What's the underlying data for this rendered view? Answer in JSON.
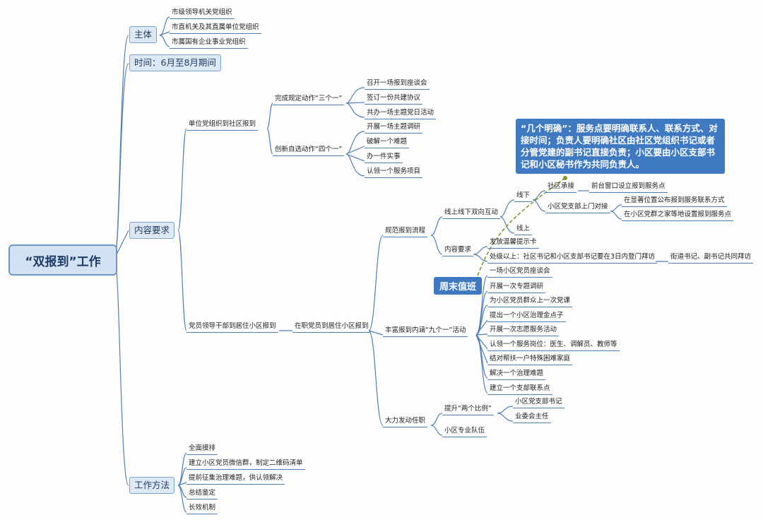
{
  "root": "“双报到”工作",
  "l1": {
    "subject": "主体",
    "time": "时间：6月至8月期间",
    "content": "内容要求",
    "method": "工作方法"
  },
  "subject_items": [
    "市级领导机关党组织",
    "市直机关及其直属单位党组织",
    "市属国有企业事业党组织"
  ],
  "unit_report": "单位党组织到社区报到",
  "required": "完成规定动作“三个一”",
  "required_items": [
    "召开一场报到座谈会",
    "签订一份共建协议",
    "共办一场主题党日活动"
  ],
  "optional": "创新自选动作“四个一”",
  "optional_items": [
    "开展一场主题调研",
    "破解一个难题",
    "办一件实事",
    "认领一个服务项目"
  ],
  "member_report": "党员领导干部到居住小区报到",
  "active_report": "在职党员到居住小区报到",
  "flow": "规范报到流程",
  "interact": "线上线下双向互动",
  "offline": "线下",
  "online": "线上",
  "community": "社区承接",
  "community_detail": "前台窗口设立报到服务点",
  "branch_visit": "小区党支部上门对接",
  "branch_items": [
    "在显著位置公布报到服务联系方式",
    "在小区党群之家等地设置报到服务点"
  ],
  "req": "内容要求",
  "req_items": [
    "发放温馨提示卡",
    "处级以上：社区书记和小区支部书记要在3日内登门拜访"
  ],
  "visit": "街道书记、副书记共同拜访",
  "nine": "丰富报到内涵“九个一”活动",
  "nine_items": [
    "一场小区党员座谈会",
    "开展一次专题调研",
    "为小区党员群众上一次党课",
    "提出一个小区治理金点子",
    "开展一次志愿服务活动",
    "认领一个服务岗位：医生、调解员、教师等",
    "结对帮扶一户特殊困难家庭",
    "解决一个治理难题",
    "建立一个支部联系点"
  ],
  "mobilize": "大力发动任职",
  "ratio": "提升“两个比例”",
  "ratio_items": [
    "小区党支部书记",
    "业委会主任"
  ],
  "team": "小区专业队伍",
  "method_items": [
    "全面摸排",
    "建立小区党员微信群，制定二维码清单",
    "提前征集治理难题，供认领解决",
    "总结鉴定",
    "长效机制"
  ],
  "callout": "“几个明确”：服务点要明确联系人、联系方式、对接时间；负责人要明确社区由社区党组织书记或者分管党建的副书记直接负责；小区要由小区支部书记和小区秘书作为共同负责人。",
  "tag": "周末值班"
}
